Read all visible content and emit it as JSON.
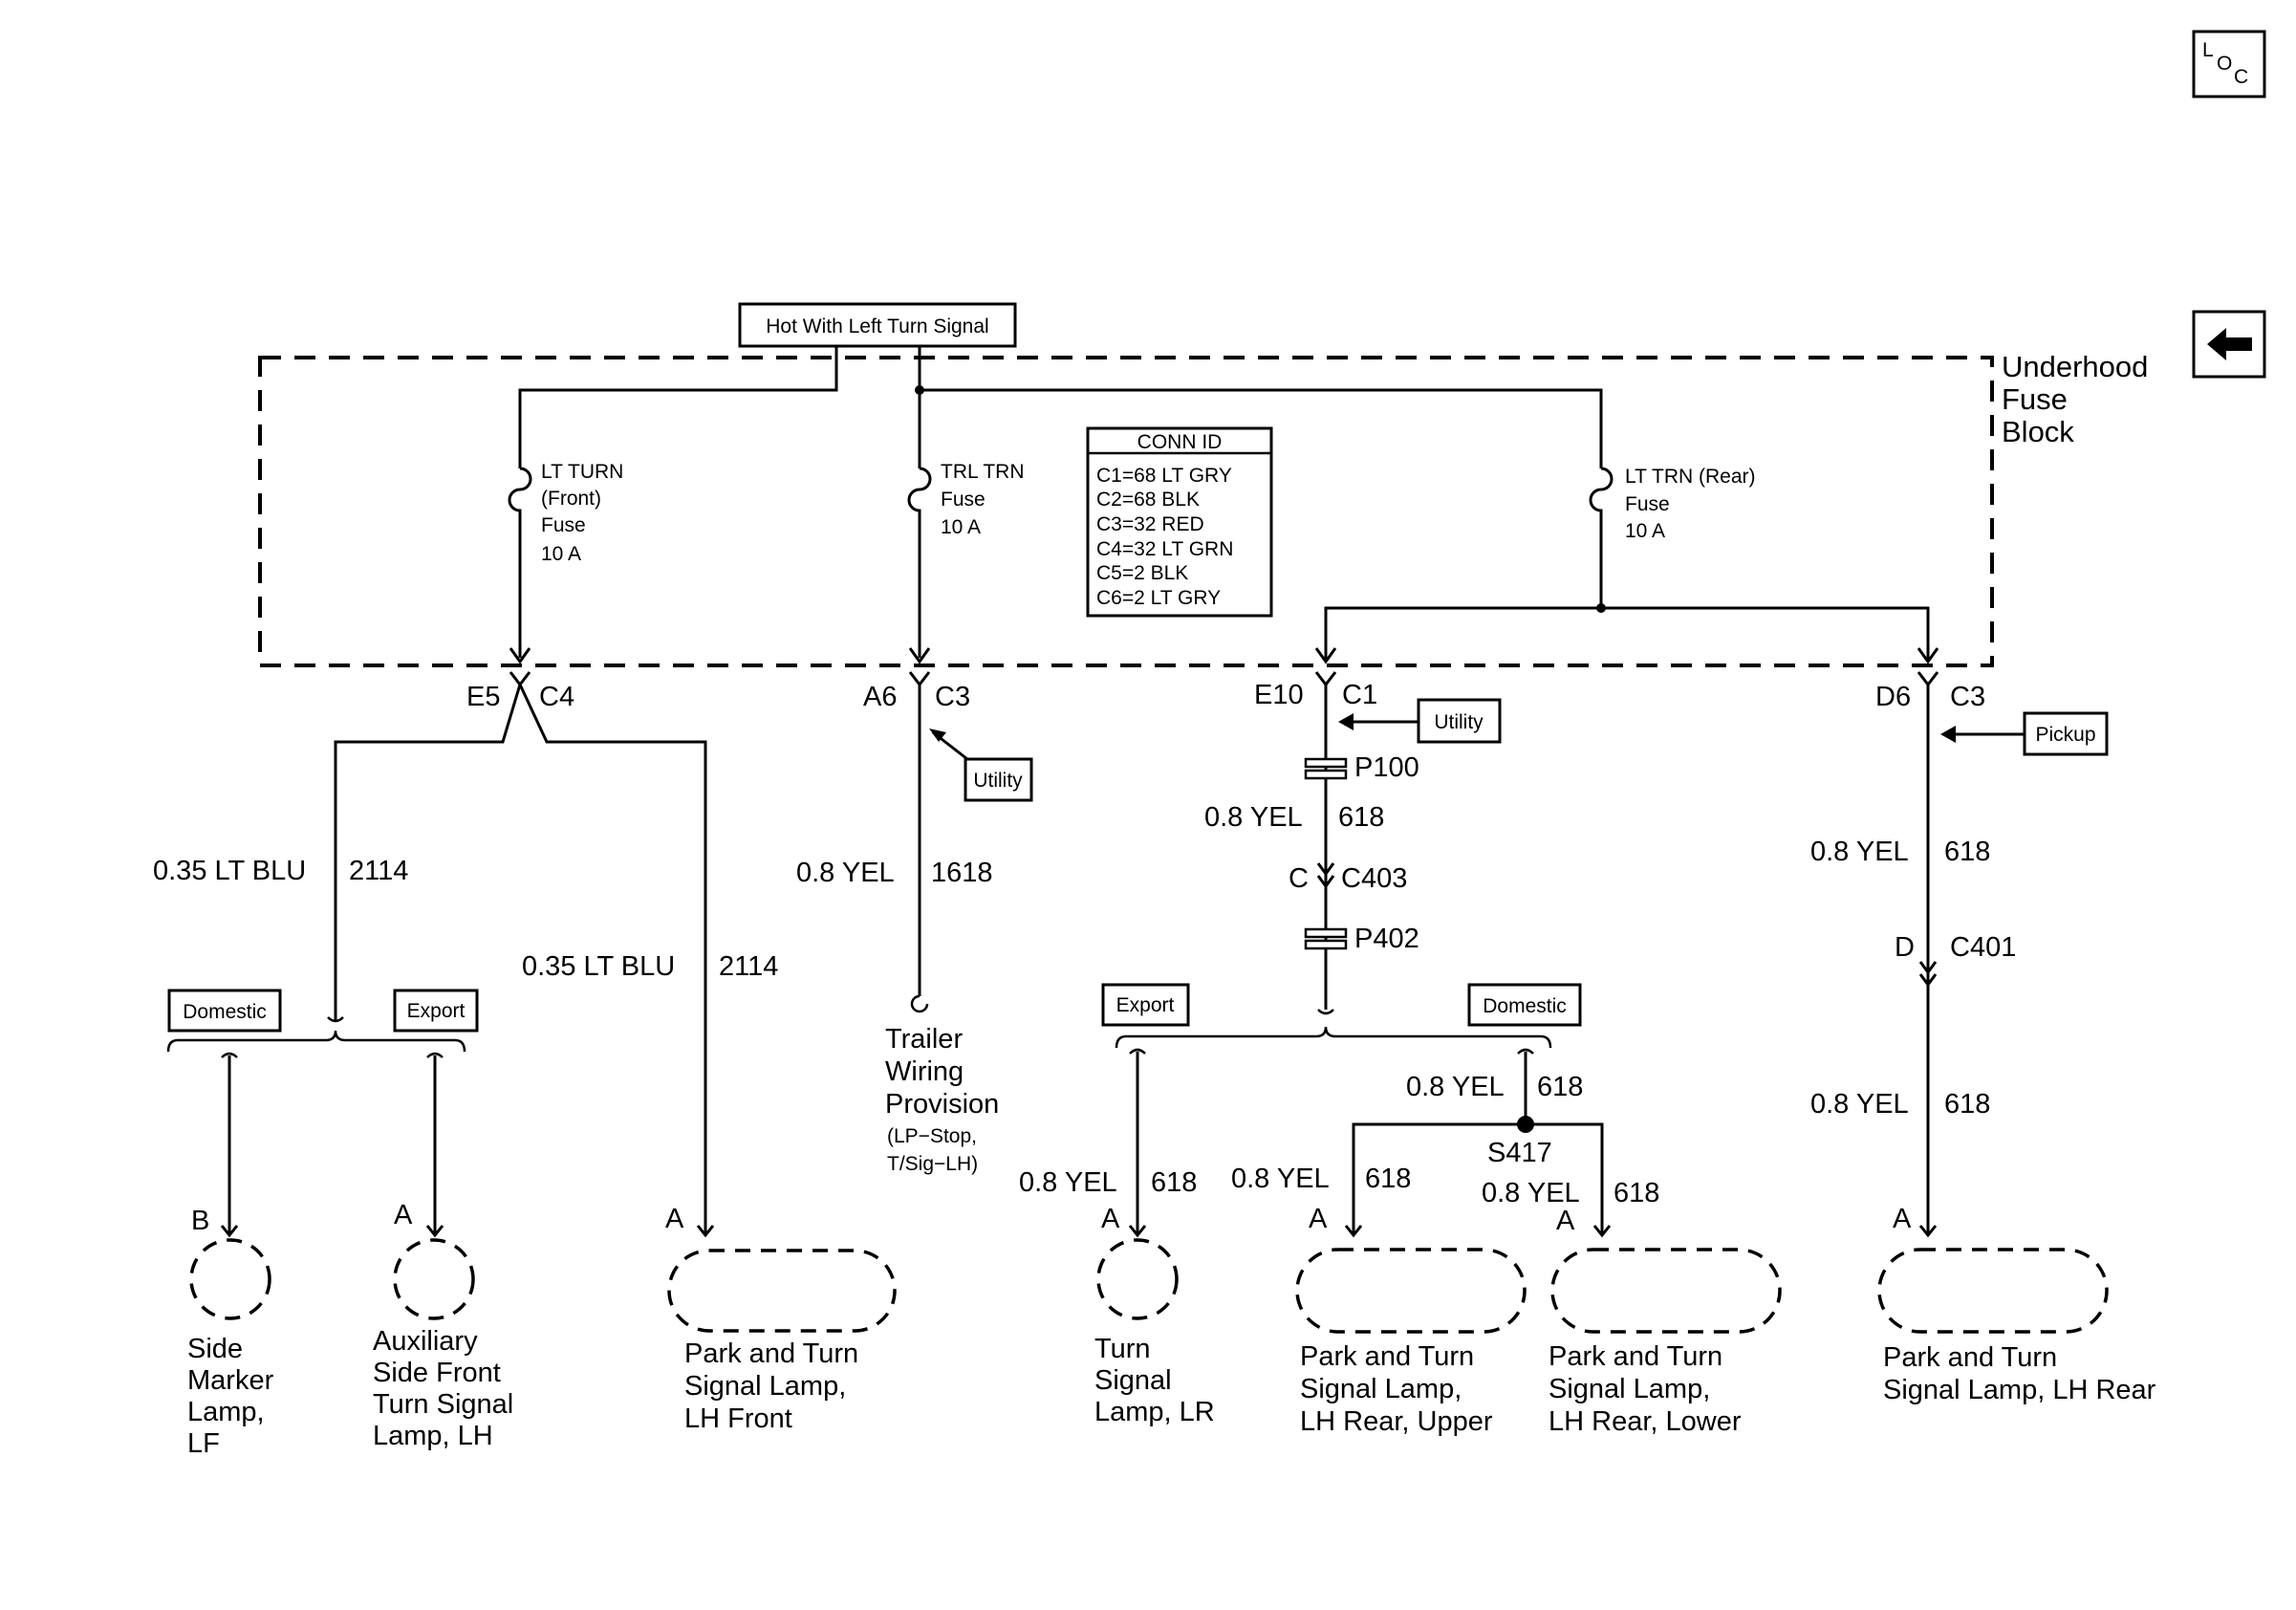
{
  "loc_icon": {
    "letters": [
      "L",
      "O",
      "C"
    ]
  },
  "back_icon": "left-arrow-icon",
  "header": {
    "supply": "Hot With Left Turn Signal"
  },
  "fuse_block": {
    "name": [
      "Underhood",
      "Fuse",
      "Block"
    ]
  },
  "fuses": {
    "front": [
      "LT TURN",
      "(Front)",
      "Fuse",
      "10 A"
    ],
    "trailer": [
      "TRL TRN",
      "Fuse",
      "10 A"
    ],
    "rear": [
      "LT TRN (Rear)",
      "Fuse",
      "10 A"
    ]
  },
  "conn_id": {
    "title": "CONN ID",
    "rows": [
      "C1=68 LT GRY",
      "C2=68 BLK",
      "C3=32 RED",
      "C4=32 LT GRN",
      "C5=2 BLK",
      "C6=2 LT GRY"
    ]
  },
  "connectors": {
    "e5": "E5",
    "c4": "C4",
    "a6": "A6",
    "c3_trl": "C3",
    "e10": "E10",
    "c1": "C1",
    "d6": "D6",
    "c3_rear": "C3",
    "p100": "P100",
    "c_pin": "C",
    "c403": "C403",
    "p402": "P402",
    "d_pin": "D",
    "c401": "C401",
    "s417": "S417"
  },
  "options": {
    "utility": "Utility",
    "pickup": "Pickup",
    "domestic": "Domestic",
    "export": "Export"
  },
  "wires": {
    "lt_blu": "0.35 LT BLU",
    "circuit_2114": "2114",
    "yel": "0.8 YEL",
    "circuit_1618": "1618",
    "circuit_618": "618"
  },
  "pins": {
    "a": "A",
    "b": "B"
  },
  "components": {
    "side_marker": [
      "Side",
      "Marker",
      "Lamp,",
      "LF"
    ],
    "aux_side": [
      "Auxiliary",
      "Side Front",
      "Turn Signal",
      "Lamp, LH"
    ],
    "park_front": [
      "Park and Turn",
      "Signal Lamp,",
      "LH Front"
    ],
    "trailer": [
      "Trailer",
      "Wiring",
      "Provision"
    ],
    "trailer_note": [
      "(LP−Stop,",
      "T/Sig−LH)"
    ],
    "turn_lr": [
      "Turn",
      "Signal",
      "Lamp, LR"
    ],
    "park_upper": [
      "Park and Turn",
      "Signal Lamp,",
      "LH Rear, Upper"
    ],
    "park_lower": [
      "Park and Turn",
      "Signal Lamp,",
      "LH Rear, Lower"
    ],
    "park_rear": [
      "Park and Turn",
      "Signal Lamp, LH Rear"
    ]
  }
}
